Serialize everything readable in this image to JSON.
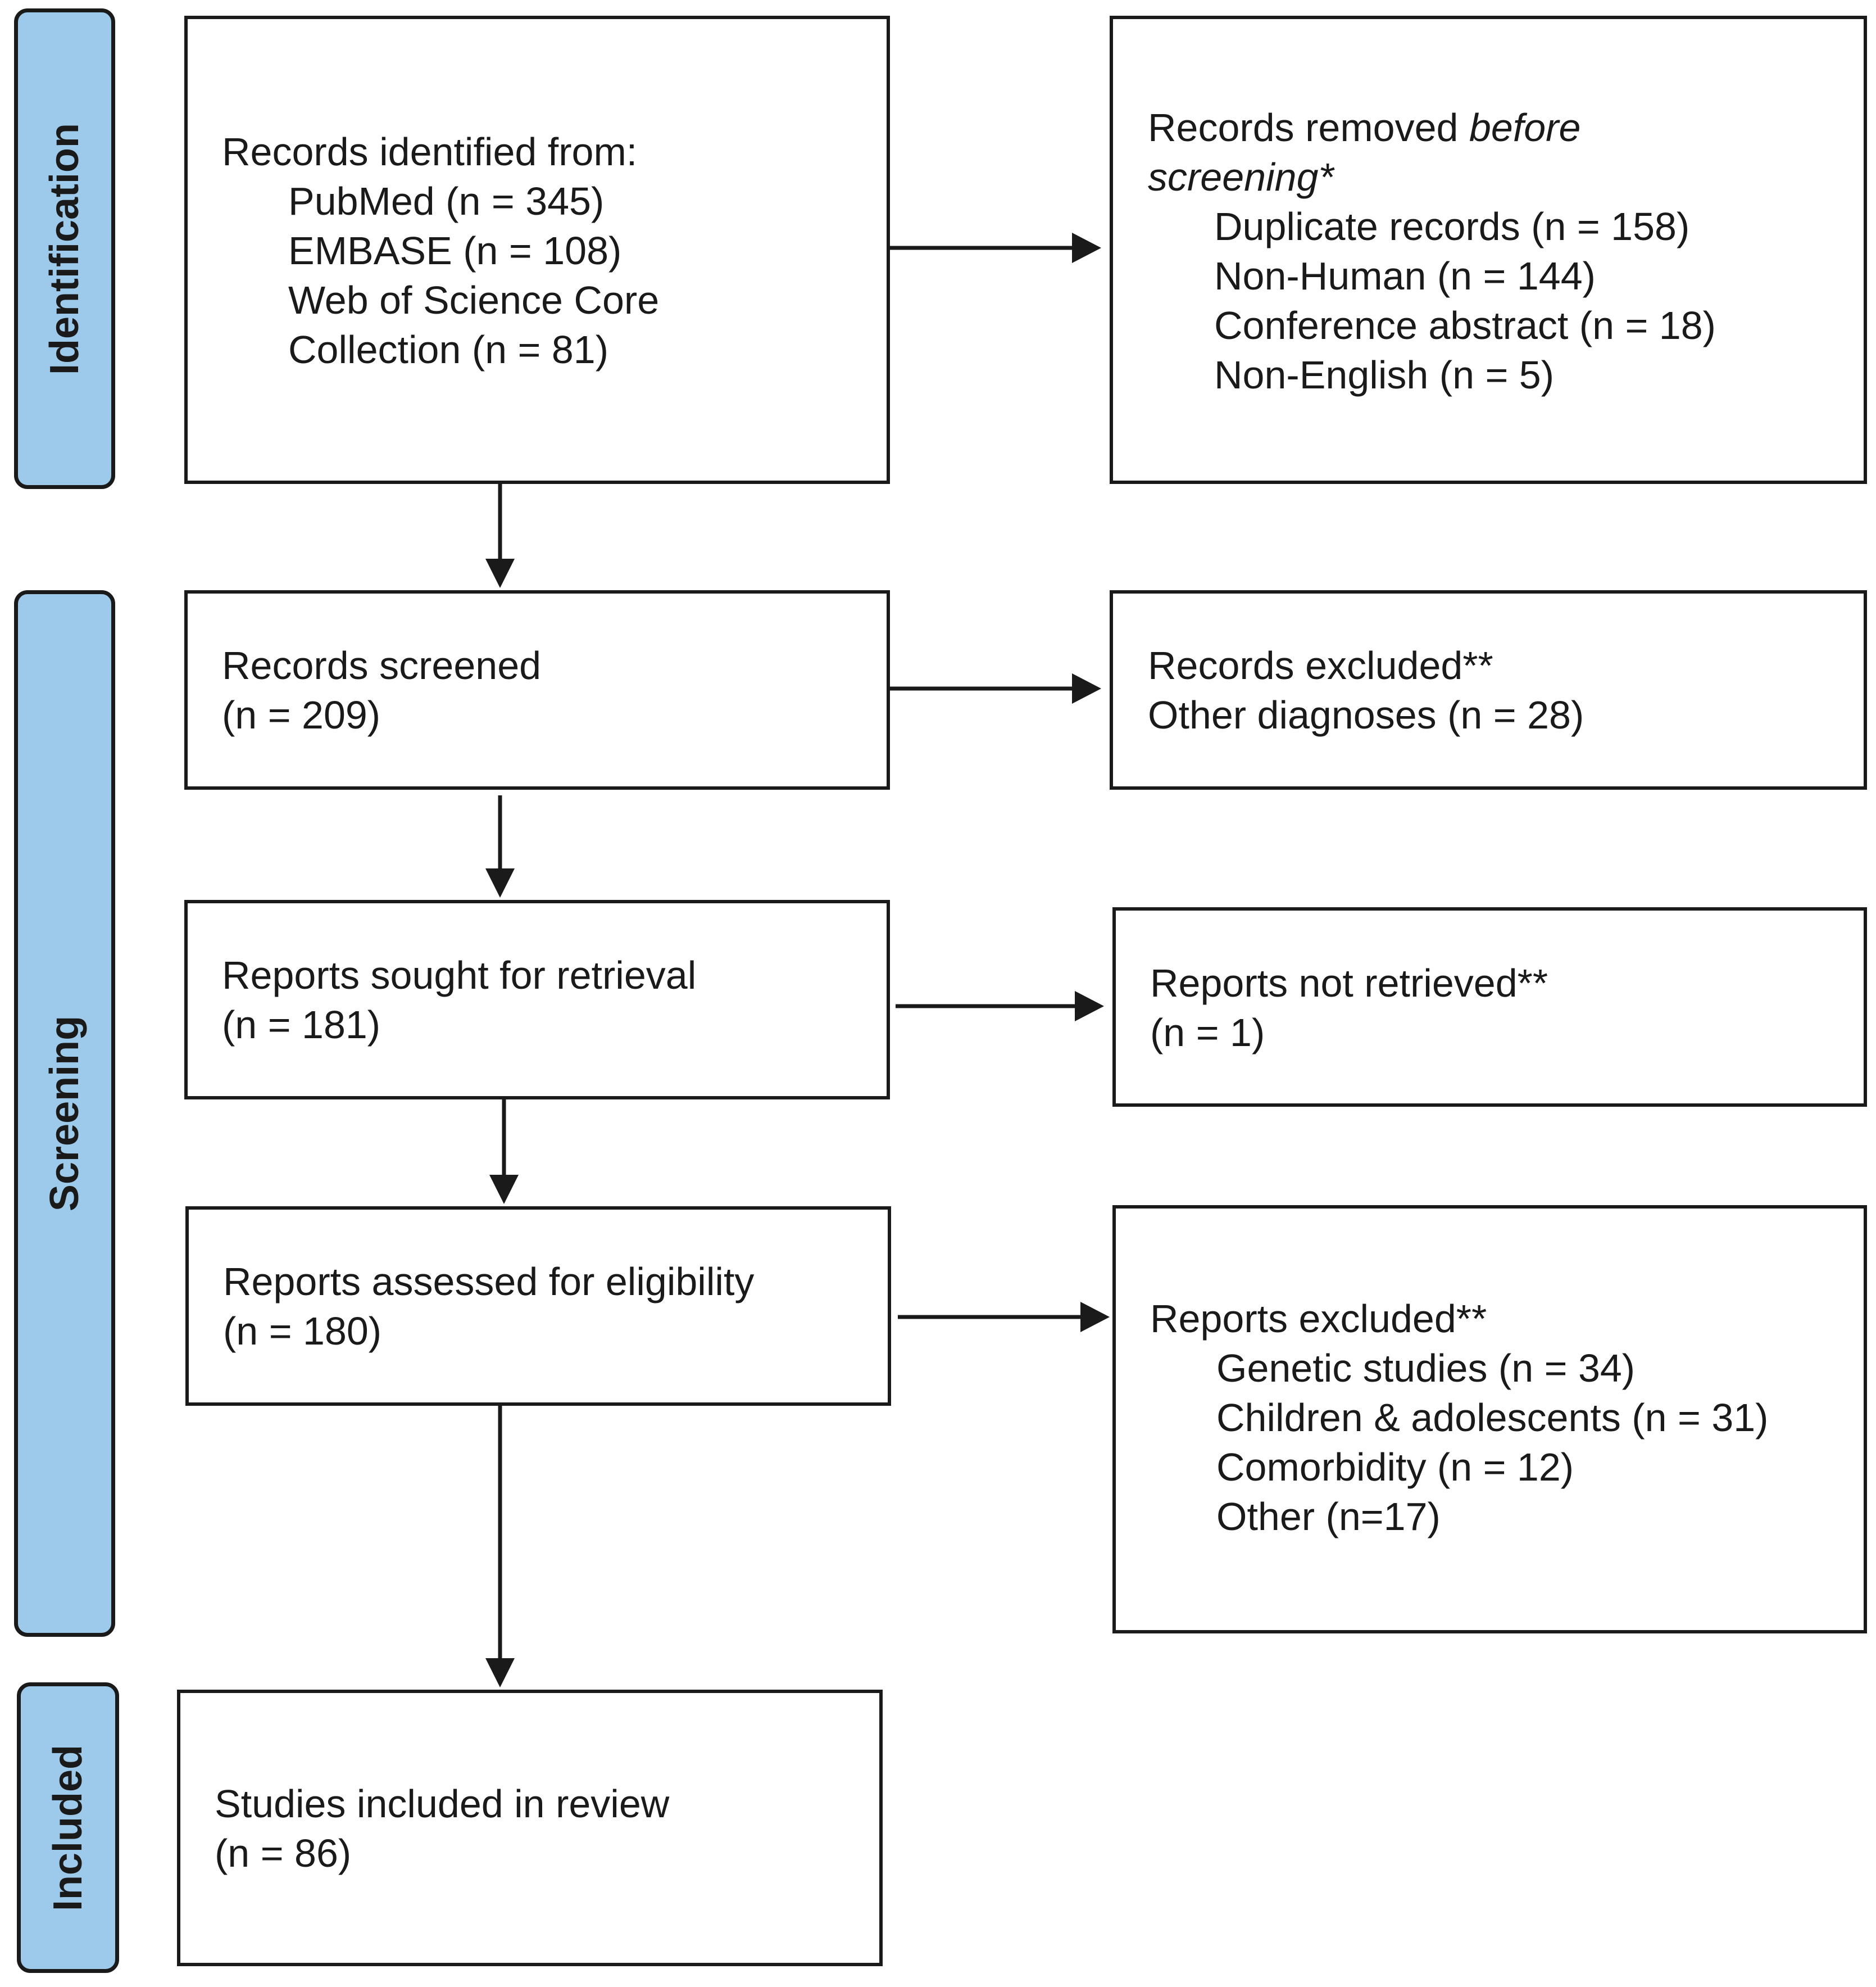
{
  "phases": {
    "identification": "Identification",
    "screening": "Screening",
    "included": "Included"
  },
  "identified": {
    "heading": "Records identified from:",
    "sources": [
      "PubMed (n = 345)",
      "EMBASE (n = 108)",
      "Web of Science Core",
      "Collection (n = 81)"
    ]
  },
  "removed": {
    "heading_prefix": "Records removed ",
    "heading_italic_1": "before",
    "heading_italic_2": "screening*",
    "items": [
      "Duplicate records (n = 158)",
      "Non-Human (n = 144)",
      "Conference abstract (n = 18)",
      "Non-English (n = 5)"
    ]
  },
  "screened": {
    "title": "Records screened",
    "count": "(n = 209)"
  },
  "screened_excluded": {
    "title": "Records excluded**",
    "detail": "Other diagnoses (n = 28)"
  },
  "sought": {
    "title": "Reports sought for retrieval",
    "count": "(n = 181)"
  },
  "not_retrieved": {
    "title": "Reports not retrieved**",
    "count": "(n = 1)"
  },
  "assessed": {
    "title": "Reports assessed for eligibility",
    "count": "(n = 180)"
  },
  "reports_excluded": {
    "title": "Reports excluded**",
    "items": [
      "Genetic studies (n = 34)",
      "Children & adolescents (n = 31)",
      "Comorbidity (n = 12)",
      "Other (n=17)"
    ]
  },
  "included_box": {
    "title": "Studies included in review",
    "count": "(n = 86)"
  },
  "colors": {
    "phase_fill": "#9dc9ea",
    "stroke": "#1a1a1a"
  }
}
